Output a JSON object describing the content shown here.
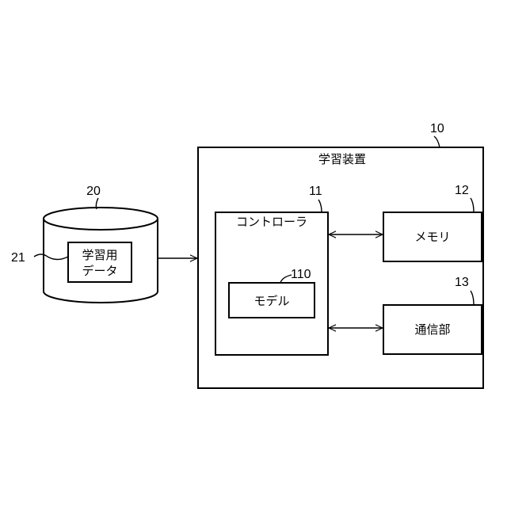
{
  "device": {
    "ref": "10",
    "label": "学習装置"
  },
  "controller": {
    "ref": "11",
    "label": "コントローラ"
  },
  "model": {
    "ref": "110",
    "label": "モデル"
  },
  "memory": {
    "ref": "12",
    "label": "メモリ"
  },
  "comm": {
    "ref": "13",
    "label": "通信部"
  },
  "database": {
    "ref": "20"
  },
  "training_data": {
    "ref": "21",
    "label_line1": "学習用",
    "label_line2": "データ"
  }
}
